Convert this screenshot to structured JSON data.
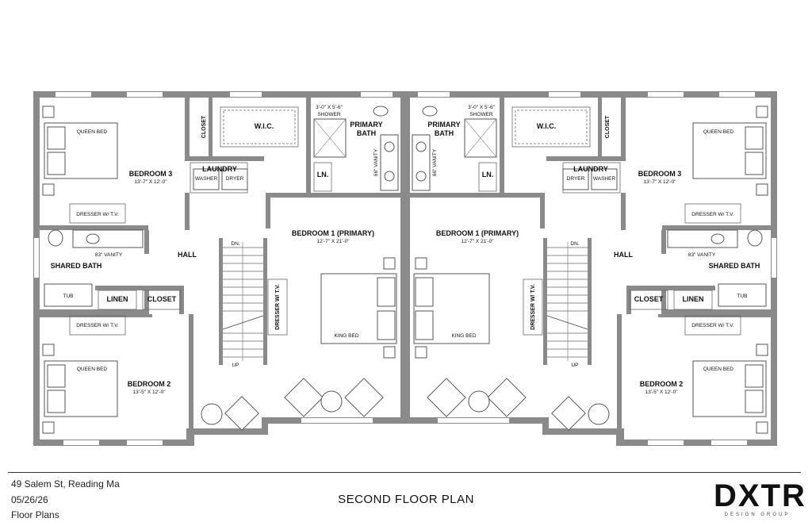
{
  "plan": {
    "units": [
      {
        "side": "left",
        "rooms": {
          "bedroom3_title": "BEDROOM 3",
          "bedroom3_dim": "13'-7\" X 12'-0\"",
          "bedroom3_bed": "QUEEN BED",
          "bedroom3_dresser": "DRESSER W/ T.V.",
          "closet_top": "CLOSET",
          "wic": "W.I.C.",
          "shower": "3'-0\" X 5'-6\"",
          "shower_label": "SHOWER",
          "primary_bath_1": "PRIMARY",
          "primary_bath_2": "BATH",
          "vanity_primary": "66\" VANITY",
          "ln": "LN.",
          "laundry": "LAUNDRY",
          "washer": "WASHER",
          "dryer": "DRYER",
          "bedroom1_title": "BEDROOM 1 (PRIMARY)",
          "bedroom1_dim": "12'-7\" X 21'-0\"",
          "king_bed": "KING BED",
          "dresser_tv_vertical": "DRESSER W/ T.V.",
          "hall": "HALL",
          "dn": "DN.",
          "up": "UP",
          "shared_bath": "SHARED BATH",
          "vanity_shared": "83\" VANITY",
          "tub": "TUB",
          "linen": "LINEN",
          "closet_hall": "CLOSET",
          "bedroom2_title": "BEDROOM 2",
          "bedroom2_dim": "13'-5\" X 12'-0\"",
          "bedroom2_bed": "QUEEN BED",
          "bedroom2_dresser": "DRESSER W/ T.V."
        }
      },
      {
        "side": "right",
        "rooms": {
          "bedroom3_title": "BEDROOM 3",
          "bedroom3_dim": "13'-7\" X 12'-0\"",
          "bedroom3_bed": "QUEEN BED",
          "bedroom3_dresser": "DRESSER W/ T.V.",
          "closet_top": "CLOSET",
          "wic": "W.I.C.",
          "shower": "3'-0\" X 5'-6\"",
          "shower_label": "SHOWER",
          "primary_bath_1": "PRIMARY",
          "primary_bath_2": "BATH",
          "vanity_primary": "66\" VANITY",
          "ln": "LN.",
          "laundry": "LAUNDRY",
          "washer": "WASHER",
          "dryer": "DRYER",
          "bedroom1_title": "BEDROOM 1 (PRIMARY)",
          "bedroom1_dim": "12'-7\" X 21'-0\"",
          "king_bed": "KING BED",
          "dresser_tv_vertical": "DRESSER W/ T.V.",
          "hall": "HALL",
          "dn": "DN.",
          "up": "UP",
          "shared_bath": "SHARED BATH",
          "vanity_shared": "83\" VANITY",
          "tub": "TUB",
          "linen": "LINEN",
          "closet_hall": "CLOSET",
          "bedroom2_title": "BEDROOM 2",
          "bedroom2_dim": "13'-5\" X 12'-0\"",
          "bedroom2_bed": "QUEEN BED",
          "bedroom2_dresser": "DRESSER W/ T.V."
        }
      }
    ]
  },
  "footer": {
    "address": "49 Salem St, Reading Ma",
    "date": "05/26/26",
    "doc_type": "Floor Plans",
    "title": "SECOND FLOOR PLAN",
    "brand_name": "DXTR",
    "brand_sub": "DESIGN GROUP"
  },
  "colors": {
    "wall": "#8a8a8a",
    "ink": "#111111",
    "background": "#ffffff"
  }
}
